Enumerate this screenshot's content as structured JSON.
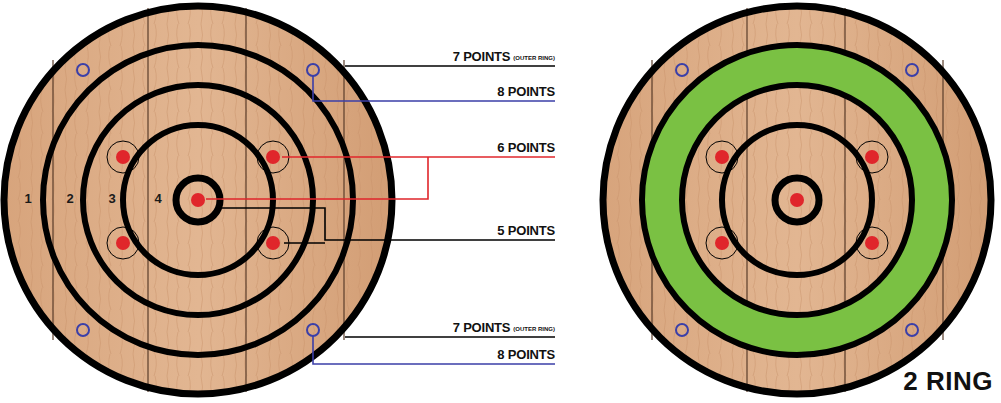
{
  "diagram": {
    "labels": [
      "7 POINTS",
      "(OUTER RING)",
      "8 POINTS",
      "6 POINTS",
      "5 POINTS",
      "7 POINTS",
      "(OUTER RING)",
      "8 POINTS",
      "1",
      "2",
      "3",
      "4",
      "2 RING"
    ]
  }
}
